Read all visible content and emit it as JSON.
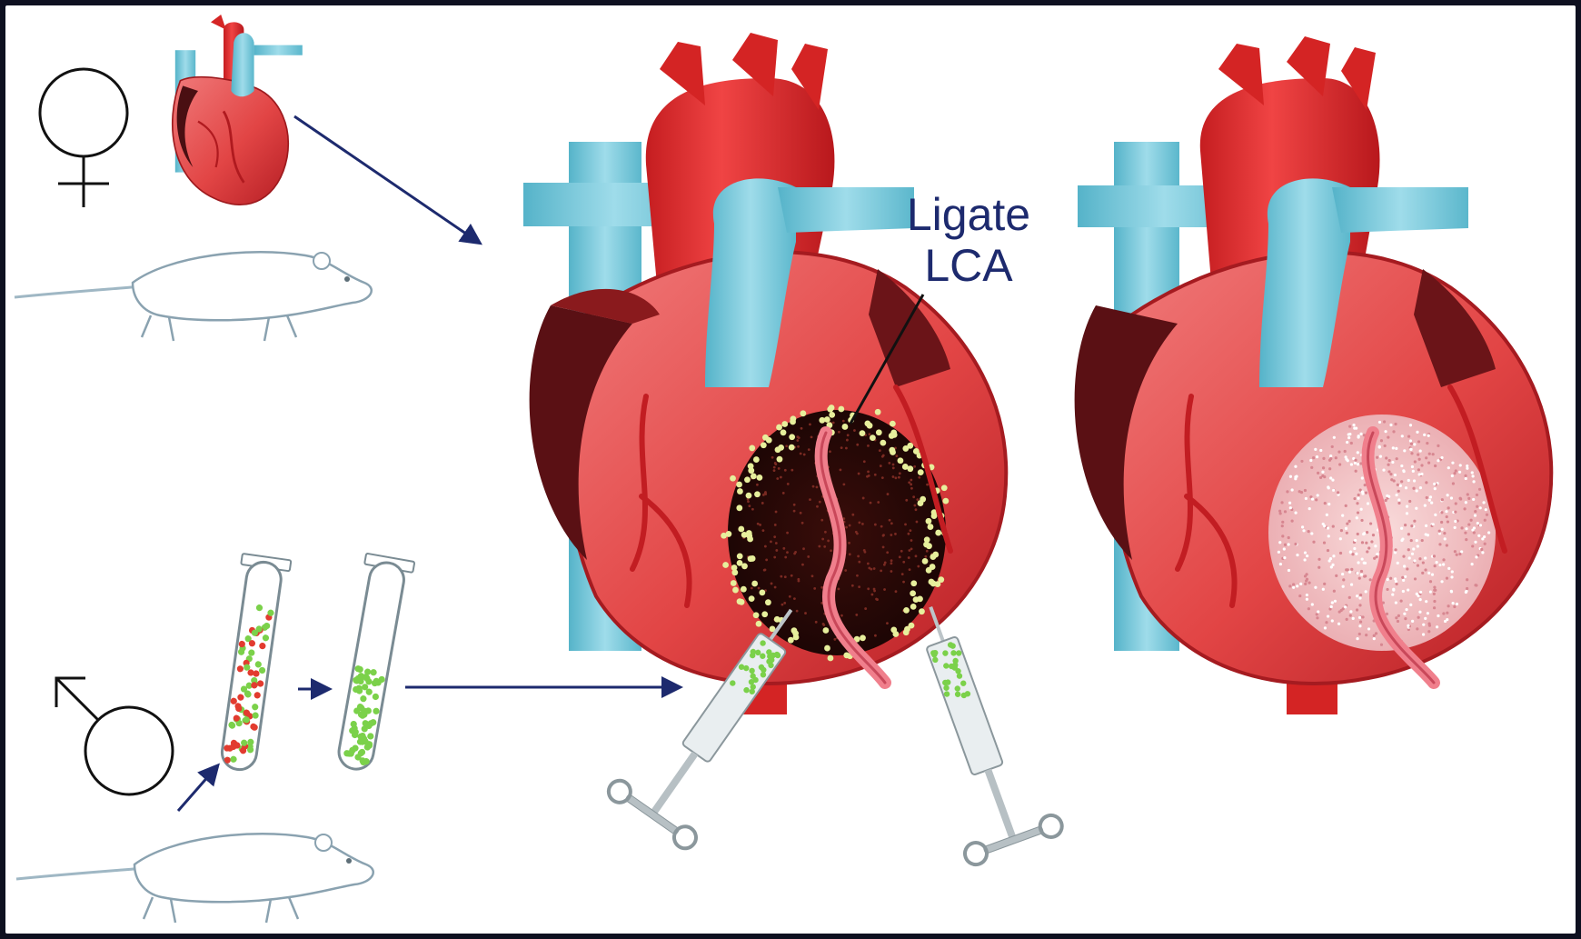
{
  "annotation": {
    "line1": "Ligate",
    "line2": "LCA"
  },
  "symbols": {
    "female": "female-symbol",
    "male": "male-symbol"
  },
  "colors": {
    "artery_red": "#e42a2a",
    "vein_blue": "#7ccbdc",
    "arrow_navy": "#1d2a6e",
    "cell_green": "#7bd14a",
    "cell_red": "#e23b2f",
    "infarct_dark": "#2a0b08",
    "scar_pink": "#f3c5c8"
  }
}
